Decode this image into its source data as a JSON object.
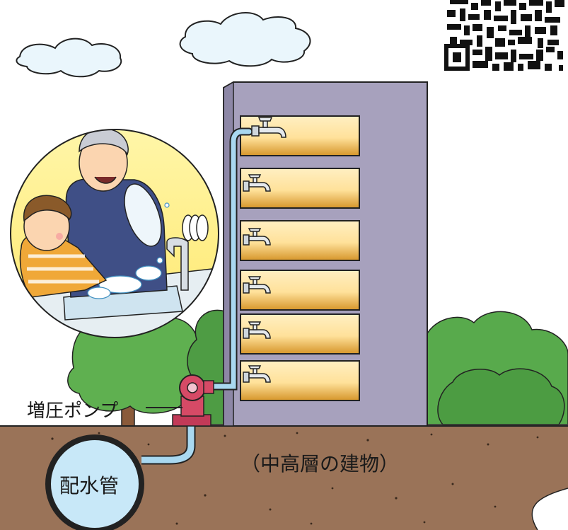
{
  "labels": {
    "pump": "増圧ポンプ",
    "building": "（中高層の建物）",
    "main": "配水管"
  },
  "colors": {
    "ground": "#9a7358",
    "building": "#9e98b4",
    "window_light": "#ffe9b0",
    "window_dark": "#d8992e",
    "pipe": "#a9d8f0",
    "pump": "#d64a66",
    "tree": "#55a64a",
    "main_pipe_fill": "#c8e8f8"
  },
  "icons": {
    "faucets": [
      "faucet-icon",
      "faucet-icon",
      "faucet-icon",
      "faucet-icon",
      "faucet-icon",
      "faucet-icon"
    ],
    "qr": "qr-code-icon"
  }
}
